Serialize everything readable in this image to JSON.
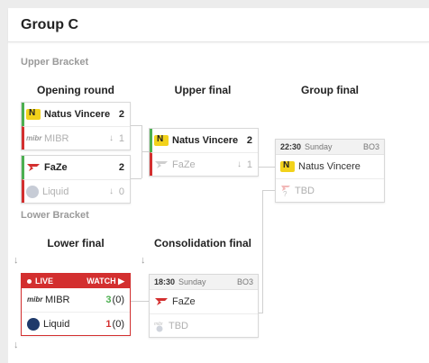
{
  "group_title": "Group C",
  "upper_bracket_label": "Upper Bracket",
  "lower_bracket_label": "Lower Bracket",
  "columns": {
    "opening_round": "Opening round",
    "upper_final": "Upper final",
    "group_final": "Group final",
    "lower_final": "Lower final",
    "consolidation_final": "Consolidation final"
  },
  "opening_match_1": {
    "team1": {
      "name": "Natus Vincere",
      "score": "2",
      "logo": "navi-logo"
    },
    "team2": {
      "name": "MIBR",
      "score": "1",
      "logo": "mibr-logo"
    }
  },
  "opening_match_2": {
    "team1": {
      "name": "FaZe",
      "score": "2",
      "logo": "faze-logo"
    },
    "team2": {
      "name": "Liquid",
      "score": "0",
      "logo": "liquid-logo"
    }
  },
  "upper_final_match": {
    "team1": {
      "name": "Natus Vincere",
      "score": "2",
      "logo": "navi-logo"
    },
    "team2": {
      "name": "FaZe",
      "score": "1",
      "logo": "faze-logo"
    }
  },
  "group_final_match": {
    "time": "22:30",
    "day": "Sunday",
    "format": "BO3",
    "team1": {
      "name": "Natus Vincere",
      "logo": "navi-logo"
    },
    "team2": {
      "name": "TBD",
      "logo": "tbd-logo"
    }
  },
  "lower_final_match": {
    "live_label": "LIVE",
    "watch_label": "WATCH ▶",
    "team1": {
      "name": "MIBR",
      "score": "3",
      "maps": "(0)",
      "logo": "mibr-logo"
    },
    "team2": {
      "name": "Liquid",
      "score": "1",
      "maps": "(0)",
      "logo": "liquid-logo"
    }
  },
  "consolidation_match": {
    "time": "18:30",
    "day": "Sunday",
    "format": "BO3",
    "team1": {
      "name": "FaZe",
      "logo": "faze-logo"
    },
    "team2": {
      "name": "TBD",
      "logo": "tbd-logo"
    }
  },
  "down_arrow_glyph": "↓",
  "colors": {
    "winner": "#4caf50",
    "loser": "#d32f2f",
    "live": "#d32f2f",
    "navi": "#f2d21b"
  }
}
